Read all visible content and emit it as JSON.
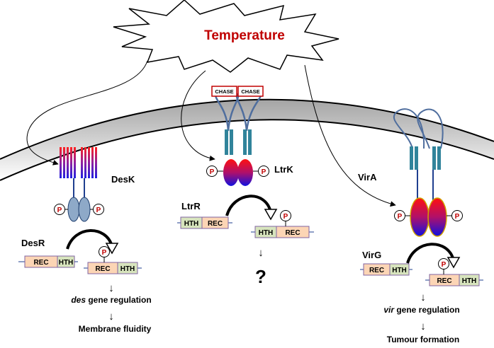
{
  "title": "Temperature",
  "desk": {
    "sensor": "DesK",
    "regulator": "DesR",
    "rec": "REC",
    "hth": "HTH",
    "gene_em": "des",
    "gene_rest": " gene regulation",
    "outcome": "Membrane fluidity"
  },
  "ltrk": {
    "sensor": "LtrK",
    "regulator": "LtrR",
    "rec": "REC",
    "hth": "HTH",
    "chase1": "CHASE",
    "chase2": "CHASE",
    "outcome": "?"
  },
  "vira": {
    "sensor": "VirA",
    "regulator": "VirG",
    "rec": "REC",
    "hth": "HTH",
    "gene_em": "vir",
    "gene_rest": " gene regulation",
    "outcome": "Tumour formation"
  },
  "phospho": "P",
  "arrow_glyph": "↓",
  "colors": {
    "title_red": "#c00000",
    "rec_fill": "#fcd5b5",
    "hth_fill": "#d7e4bd",
    "helix_teal": "#31849b",
    "loop_blue": "#4f6e9e",
    "chase_border": "#c00000"
  }
}
